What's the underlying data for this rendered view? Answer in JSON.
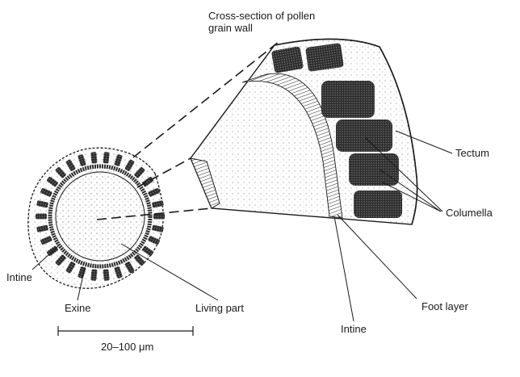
{
  "title": {
    "line1": "Cross-section of pollen",
    "line2": "grain wall"
  },
  "labels": {
    "tectum": "Tectum",
    "columella": "Columella",
    "foot_layer": "Foot layer",
    "intine_wall": "Intine",
    "intine_grain": "Intine",
    "exine": "Exine",
    "living_part": "Living part"
  },
  "scale_bar": {
    "text": "20–100 μm"
  },
  "colors": {
    "ink": "#1a1a1a",
    "background": "#ffffff"
  }
}
